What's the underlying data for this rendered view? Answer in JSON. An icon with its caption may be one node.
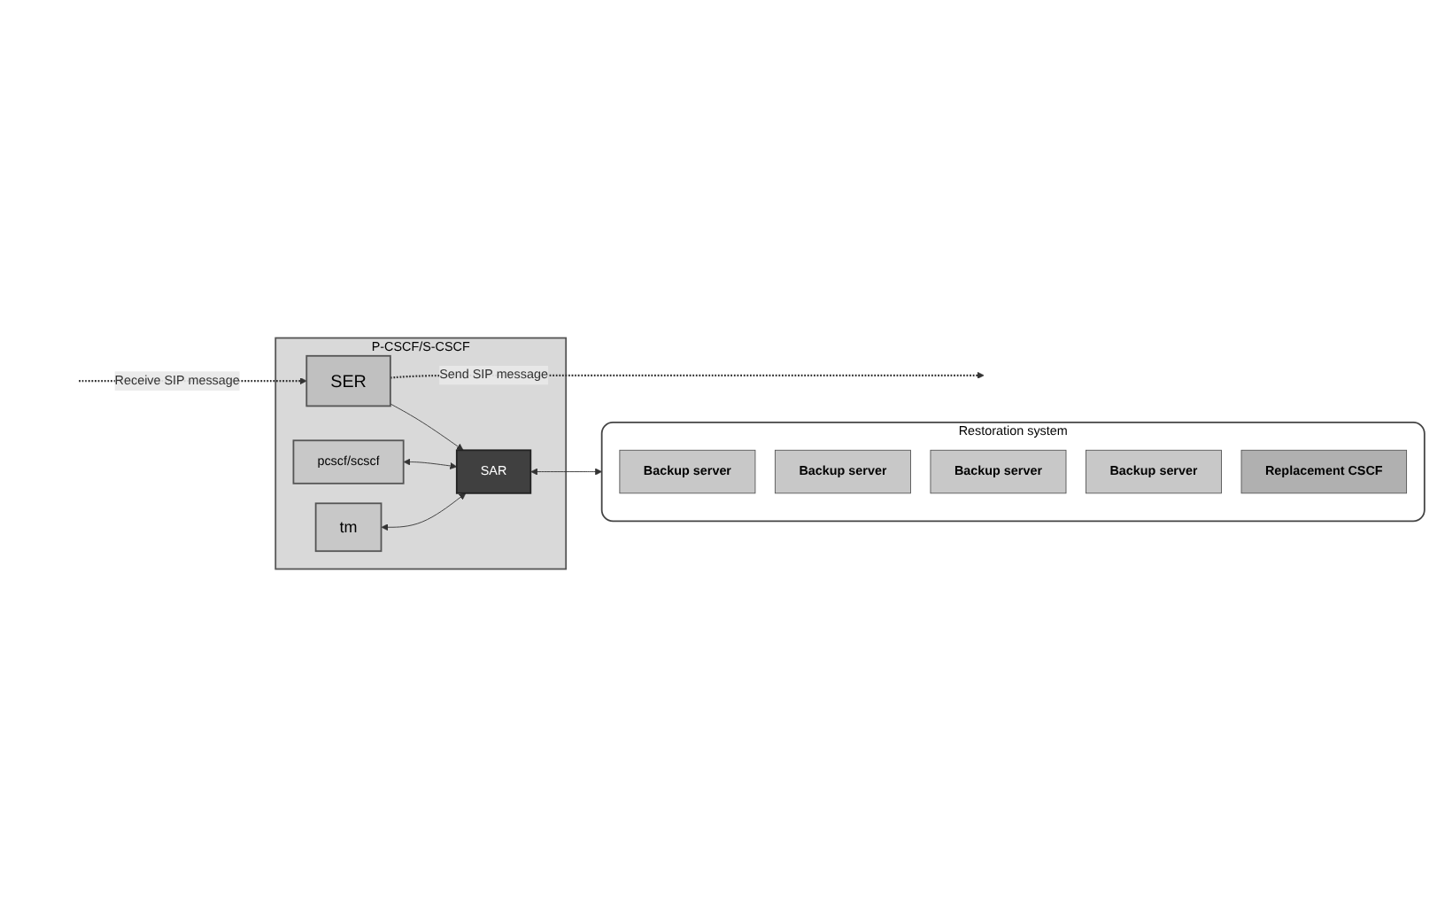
{
  "diagram": {
    "nodes": [
      {
        "text": [
          "P-CSCF/S-CSCF"
        ]
      },
      {
        "text": [
          "SER"
        ],
        "in": 0
      },
      {
        "text": [
          "pcscf/scscf"
        ],
        "in": 0
      },
      {
        "text": [
          "tm"
        ],
        "in": 0
      },
      {
        "text": [
          "SAR"
        ],
        "in": 0
      },
      {
        "text": [
          "Restoration system"
        ]
      },
      {
        "text": [
          "Backup server"
        ],
        "in": 5
      },
      {
        "text": [
          "Backup server"
        ],
        "in": 5
      },
      {
        "text": [
          "Backup server"
        ],
        "in": 5
      },
      {
        "text": [
          "Backup server"
        ],
        "in": 5
      },
      {
        "text": [
          "Replacement CSCF"
        ],
        "in": 5
      }
    ],
    "edges": [
      {
        "from": null,
        "to": 1,
        "arrow": "to",
        "style": "dashed",
        "label": "Receive SIP message"
      },
      {
        "from": 1,
        "to": null,
        "arrow": "to",
        "style": "dashed",
        "label": "Send SIP message"
      },
      {
        "from": 1,
        "to": 4,
        "arrow": "to"
      },
      {
        "from": 2,
        "to": 4,
        "arrow": "both"
      },
      {
        "from": 3,
        "to": 4,
        "arrow": "both"
      },
      {
        "from": 4,
        "to": 5,
        "arrow": "both"
      }
    ]
  }
}
